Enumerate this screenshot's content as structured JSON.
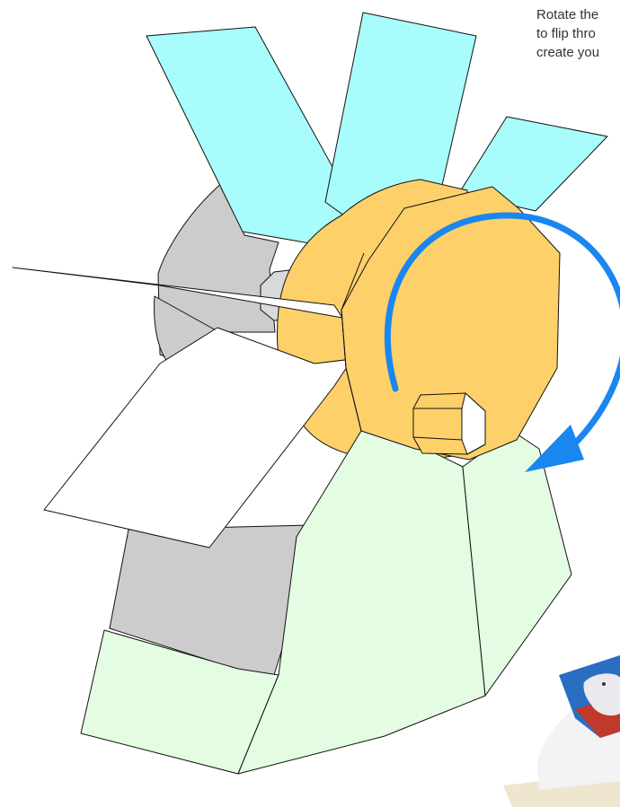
{
  "instruction": {
    "lines": [
      "Rotate the",
      "to flip thro",
      "create you"
    ]
  },
  "colors": {
    "blade": "#a8fcfc",
    "hub": "#fdd06a",
    "stand": "#e4fde2",
    "drum": "#cccccc",
    "card": "#ffffff",
    "arrow": "#1a86f0",
    "outline": "#111111"
  },
  "icons": {
    "rotation": "curved-arrow-icon",
    "handle": "hex-crank-handle",
    "photo": "paper-card-photo"
  }
}
